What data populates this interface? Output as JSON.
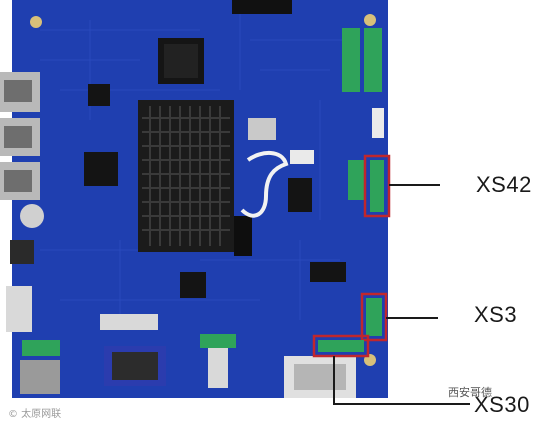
{
  "image": {
    "subject": "board-photo",
    "colors": {
      "pcb": "#1f3fb0",
      "pcb_dark": "#13288a",
      "heatsink": "#1b1b1b",
      "highlight_box": "#c0272d",
      "leader_line": "#1a1a1a",
      "header_green": "#2fa35a"
    }
  },
  "callouts": [
    {
      "id": "xs42",
      "label": "XS42"
    },
    {
      "id": "xs3",
      "label": "XS3"
    },
    {
      "id": "xs30",
      "label": "XS30"
    }
  ],
  "watermarks": {
    "left": "© 太原网联",
    "right": "西安哥德"
  }
}
